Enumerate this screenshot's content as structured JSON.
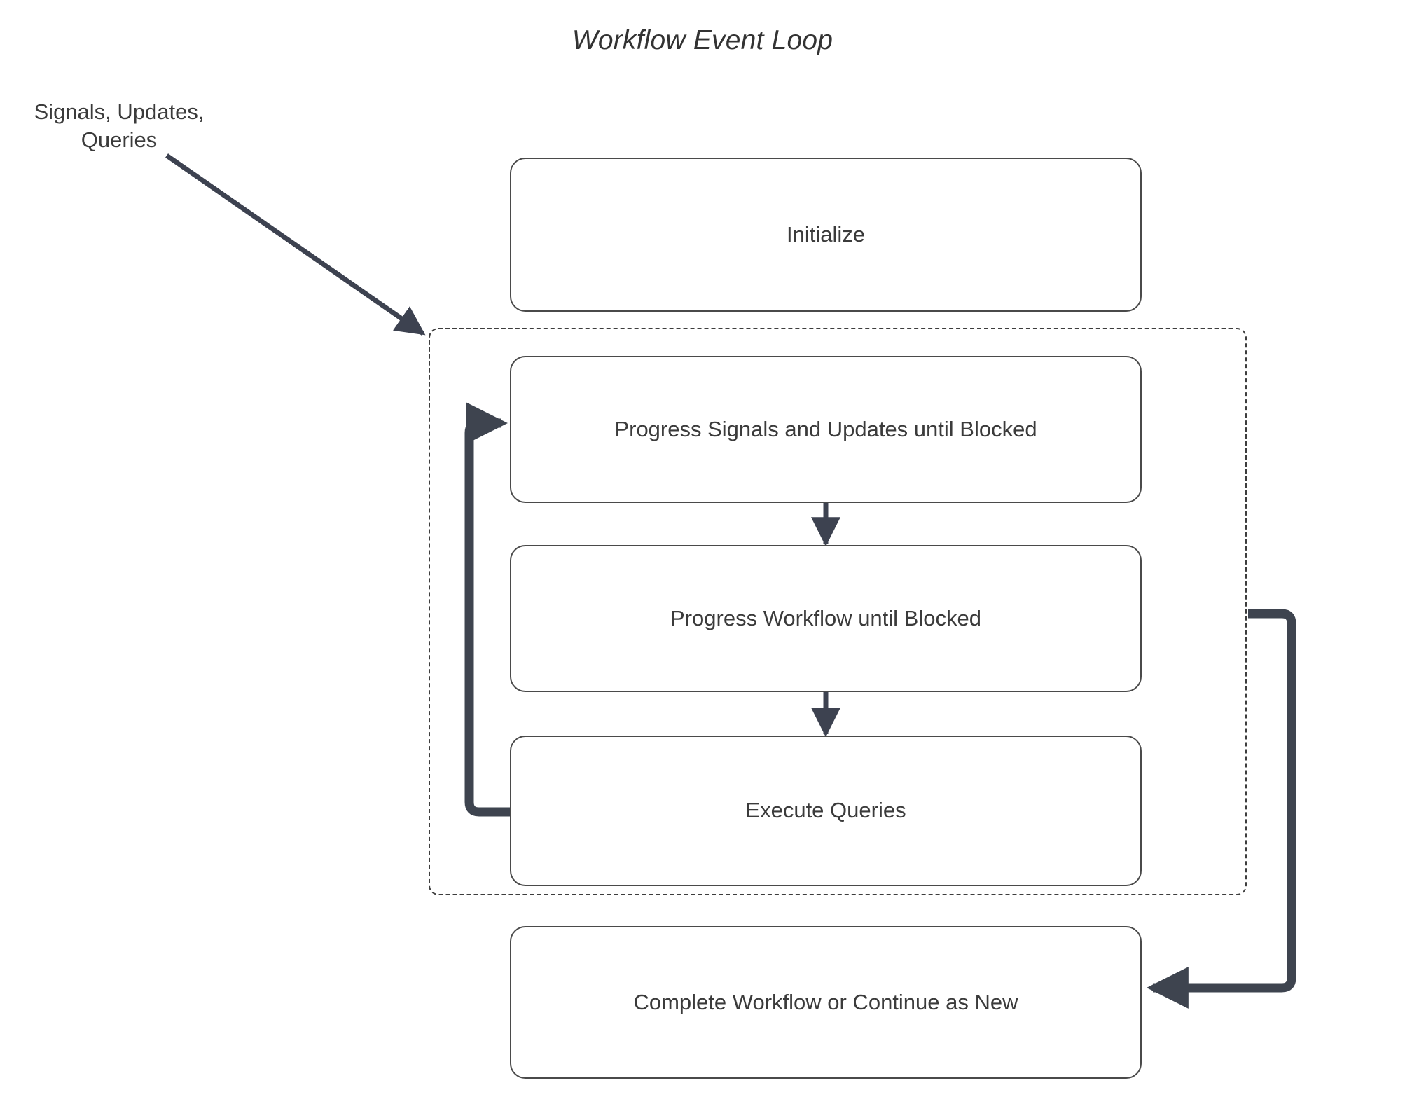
{
  "diagram": {
    "title": "Workflow Event Loop",
    "type": "flowchart",
    "colors": {
      "background": "#ffffff",
      "node_border": "#4a4a4a",
      "node_fill": "#ffffff",
      "text": "#3b3b3b",
      "dashed_group_border": "#3d3d3d",
      "thick_edge": "#3e444f",
      "thin_edge": "#3d4250"
    },
    "external_input_label": "Signals, Updates,\nQueries",
    "group": {
      "name": "event-loop-group",
      "style": "dashed"
    },
    "nodes": [
      {
        "id": "initialize",
        "label": "Initialize"
      },
      {
        "id": "progress-signals",
        "label": "Progress Signals and Updates until Blocked"
      },
      {
        "id": "progress-workflow",
        "label": "Progress Workflow until Blocked"
      },
      {
        "id": "execute-queries",
        "label": "Execute Queries"
      },
      {
        "id": "complete-workflow",
        "label": "Complete Workflow or Continue as New"
      }
    ],
    "edges": [
      {
        "id": "input-to-loop",
        "from": "Signals, Updates, Queries",
        "to": "event-loop-group",
        "style": "thin-diagonal-arrow"
      },
      {
        "id": "signals-to-workflow",
        "from": "progress-signals",
        "to": "progress-workflow",
        "style": "thin-vertical-arrow"
      },
      {
        "id": "workflow-to-queries",
        "from": "progress-workflow",
        "to": "execute-queries",
        "style": "thin-vertical-arrow"
      },
      {
        "id": "queries-loop-back",
        "from": "execute-queries",
        "to": "progress-signals",
        "style": "thick-loop-arrow"
      },
      {
        "id": "loop-to-complete",
        "from": "event-loop-group",
        "to": "complete-workflow",
        "style": "thick-exit-arrow"
      }
    ]
  }
}
